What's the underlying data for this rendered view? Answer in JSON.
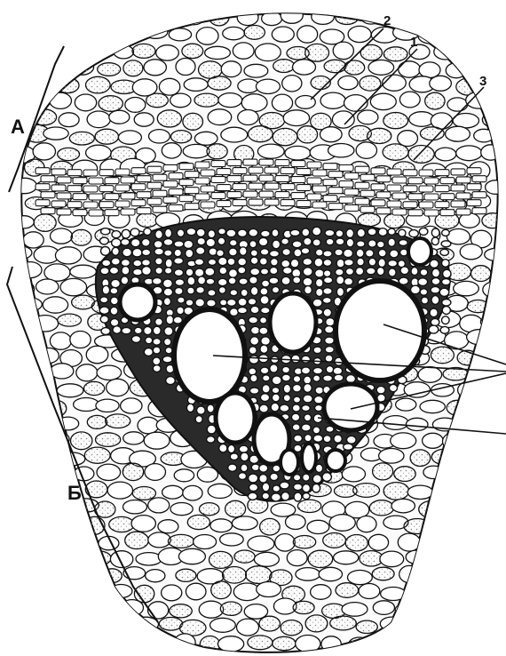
{
  "labels": {
    "region_a": "А",
    "region_b": "Б",
    "n1": "1",
    "n2": "2",
    "n3": "3"
  },
  "colors": {
    "ink": "#111111",
    "paper": "#ffffff",
    "stipple": "#9a9a9a"
  }
}
